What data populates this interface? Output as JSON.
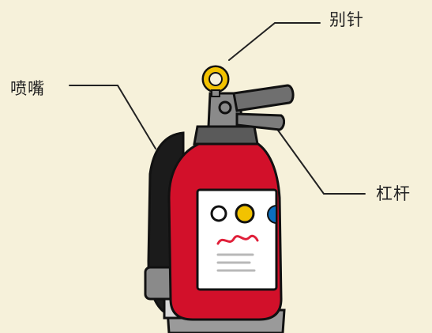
{
  "labels": {
    "pin": "别针",
    "nozzle": "喷嘴",
    "lever": "杠杆"
  },
  "colors": {
    "background": "#f6f1da",
    "body_red": "#d2102a",
    "hose_black": "#1b1b1b",
    "metal_gray": "#8a8a8a",
    "pin_ring": "#f2c200",
    "dial_blue": "#0b6fc0",
    "dial_yellow": "#f2c200",
    "label_squiggle": "#e0203a"
  },
  "icons": {
    "main": "fire-extinguisher-illustration",
    "pin": "safety-pin-ring",
    "lever": "squeeze-lever",
    "nozzle": "hose-nozzle"
  }
}
